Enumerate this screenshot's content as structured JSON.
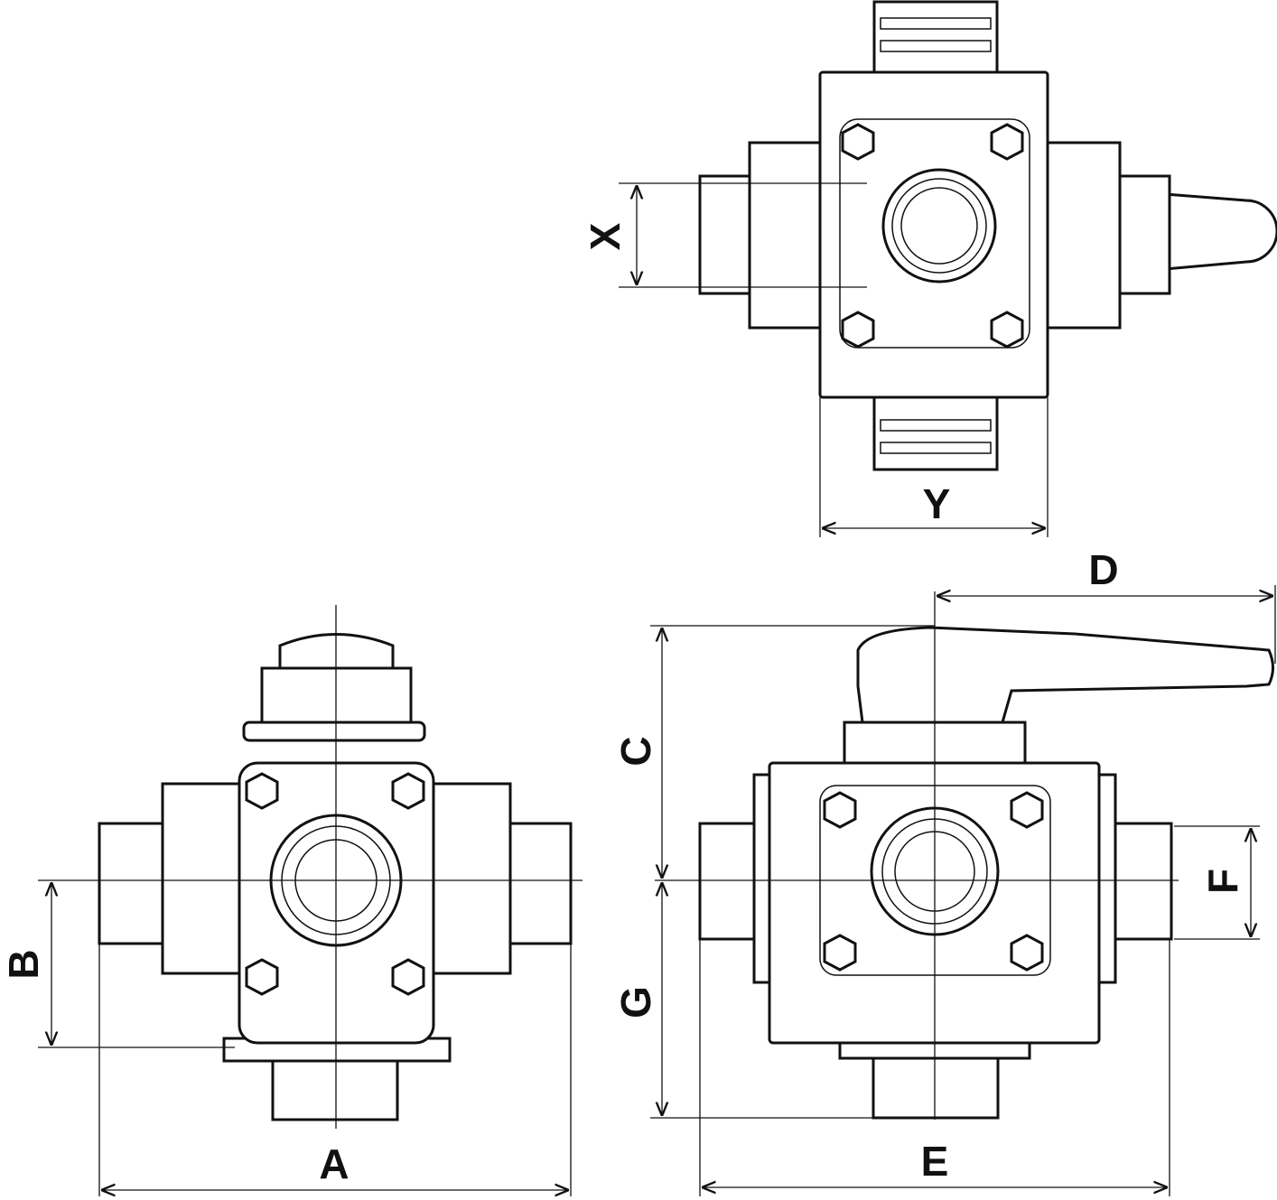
{
  "drawing": {
    "title": "3-way ball valve dimension drawing",
    "dimension_labels": {
      "x": "X",
      "y": "Y",
      "a": "A",
      "b": "B",
      "c": "C",
      "d": "D",
      "e": "E",
      "f": "F",
      "g": "G"
    }
  }
}
